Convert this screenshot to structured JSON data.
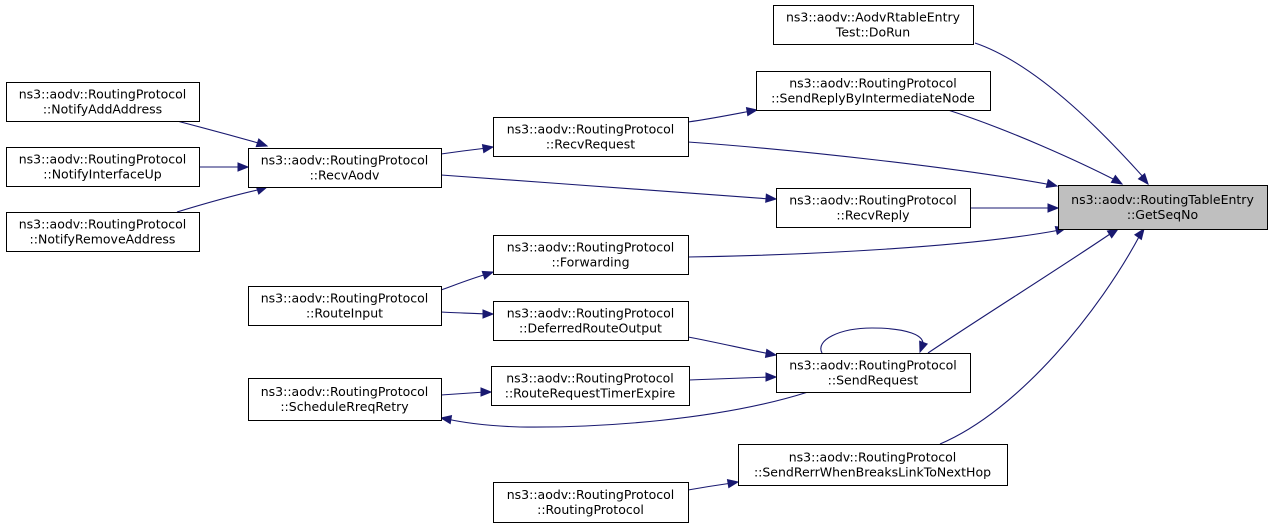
{
  "diagram": {
    "colors": {
      "edge": "#191970",
      "node_border": "#000000",
      "node_fill": "#ffffff",
      "focus_fill": "#bfbfbf"
    },
    "nodes": [
      {
        "id": "get-seq-no",
        "lines": [
          "ns3::aodv::RoutingTableEntry",
          "::GetSeqNo"
        ],
        "focus": true
      },
      {
        "id": "aodv-rtable-entry-test-dorun",
        "lines": [
          "ns3::aodv::AodvRtableEntry",
          "Test::DoRun"
        ]
      },
      {
        "id": "send-reply-by-intermediate-node",
        "lines": [
          "ns3::aodv::RoutingProtocol",
          "::SendReplyByIntermediateNode"
        ]
      },
      {
        "id": "recv-request",
        "lines": [
          "ns3::aodv::RoutingProtocol",
          "::RecvRequest"
        ]
      },
      {
        "id": "recv-aodv",
        "lines": [
          "ns3::aodv::RoutingProtocol",
          "::RecvAodv"
        ]
      },
      {
        "id": "notify-add-address",
        "lines": [
          "ns3::aodv::RoutingProtocol",
          "::NotifyAddAddress"
        ]
      },
      {
        "id": "notify-interface-up",
        "lines": [
          "ns3::aodv::RoutingProtocol",
          "::NotifyInterfaceUp"
        ]
      },
      {
        "id": "notify-remove-address",
        "lines": [
          "ns3::aodv::RoutingProtocol",
          "::NotifyRemoveAddress"
        ]
      },
      {
        "id": "recv-reply",
        "lines": [
          "ns3::aodv::RoutingProtocol",
          "::RecvReply"
        ]
      },
      {
        "id": "forwarding",
        "lines": [
          "ns3::aodv::RoutingProtocol",
          "::Forwarding"
        ]
      },
      {
        "id": "route-input",
        "lines": [
          "ns3::aodv::RoutingProtocol",
          "::RouteInput"
        ]
      },
      {
        "id": "deferred-route-output",
        "lines": [
          "ns3::aodv::RoutingProtocol",
          "::DeferredRouteOutput"
        ]
      },
      {
        "id": "send-request",
        "lines": [
          "ns3::aodv::RoutingProtocol",
          "::SendRequest"
        ]
      },
      {
        "id": "route-request-timer-expire",
        "lines": [
          "ns3::aodv::RoutingProtocol",
          "::RouteRequestTimerExpire"
        ]
      },
      {
        "id": "schedule-rreq-retry",
        "lines": [
          "ns3::aodv::RoutingProtocol",
          "::ScheduleRreqRetry"
        ]
      },
      {
        "id": "send-rerr-when-breaks-link",
        "lines": [
          "ns3::aodv::RoutingProtocol",
          "::SendRerrWhenBreaksLinkToNextHop"
        ]
      },
      {
        "id": "routing-protocol-ctor",
        "lines": [
          "ns3::aodv::RoutingProtocol",
          "::RoutingProtocol"
        ]
      }
    ],
    "edges": [
      {
        "from": "aodv-rtable-entry-test-dorun",
        "to": "get-seq-no"
      },
      {
        "from": "send-reply-by-intermediate-node",
        "to": "get-seq-no"
      },
      {
        "from": "recv-request",
        "to": "send-reply-by-intermediate-node"
      },
      {
        "from": "recv-request",
        "to": "get-seq-no"
      },
      {
        "from": "recv-aodv",
        "to": "recv-request"
      },
      {
        "from": "notify-add-address",
        "to": "recv-aodv"
      },
      {
        "from": "notify-interface-up",
        "to": "recv-aodv"
      },
      {
        "from": "notify-remove-address",
        "to": "recv-aodv"
      },
      {
        "from": "recv-aodv",
        "to": "recv-reply"
      },
      {
        "from": "recv-reply",
        "to": "get-seq-no"
      },
      {
        "from": "forwarding",
        "to": "get-seq-no"
      },
      {
        "from": "route-input",
        "to": "forwarding"
      },
      {
        "from": "route-input",
        "to": "deferred-route-output"
      },
      {
        "from": "deferred-route-output",
        "to": "send-request"
      },
      {
        "from": "send-request",
        "to": "get-seq-no"
      },
      {
        "from": "send-request",
        "to": "send-request"
      },
      {
        "from": "route-request-timer-expire",
        "to": "send-request"
      },
      {
        "from": "schedule-rreq-retry",
        "to": "route-request-timer-expire"
      },
      {
        "from": "send-request",
        "to": "schedule-rreq-retry"
      },
      {
        "from": "send-rerr-when-breaks-link",
        "to": "get-seq-no"
      },
      {
        "from": "routing-protocol-ctor",
        "to": "send-rerr-when-breaks-link"
      }
    ]
  }
}
